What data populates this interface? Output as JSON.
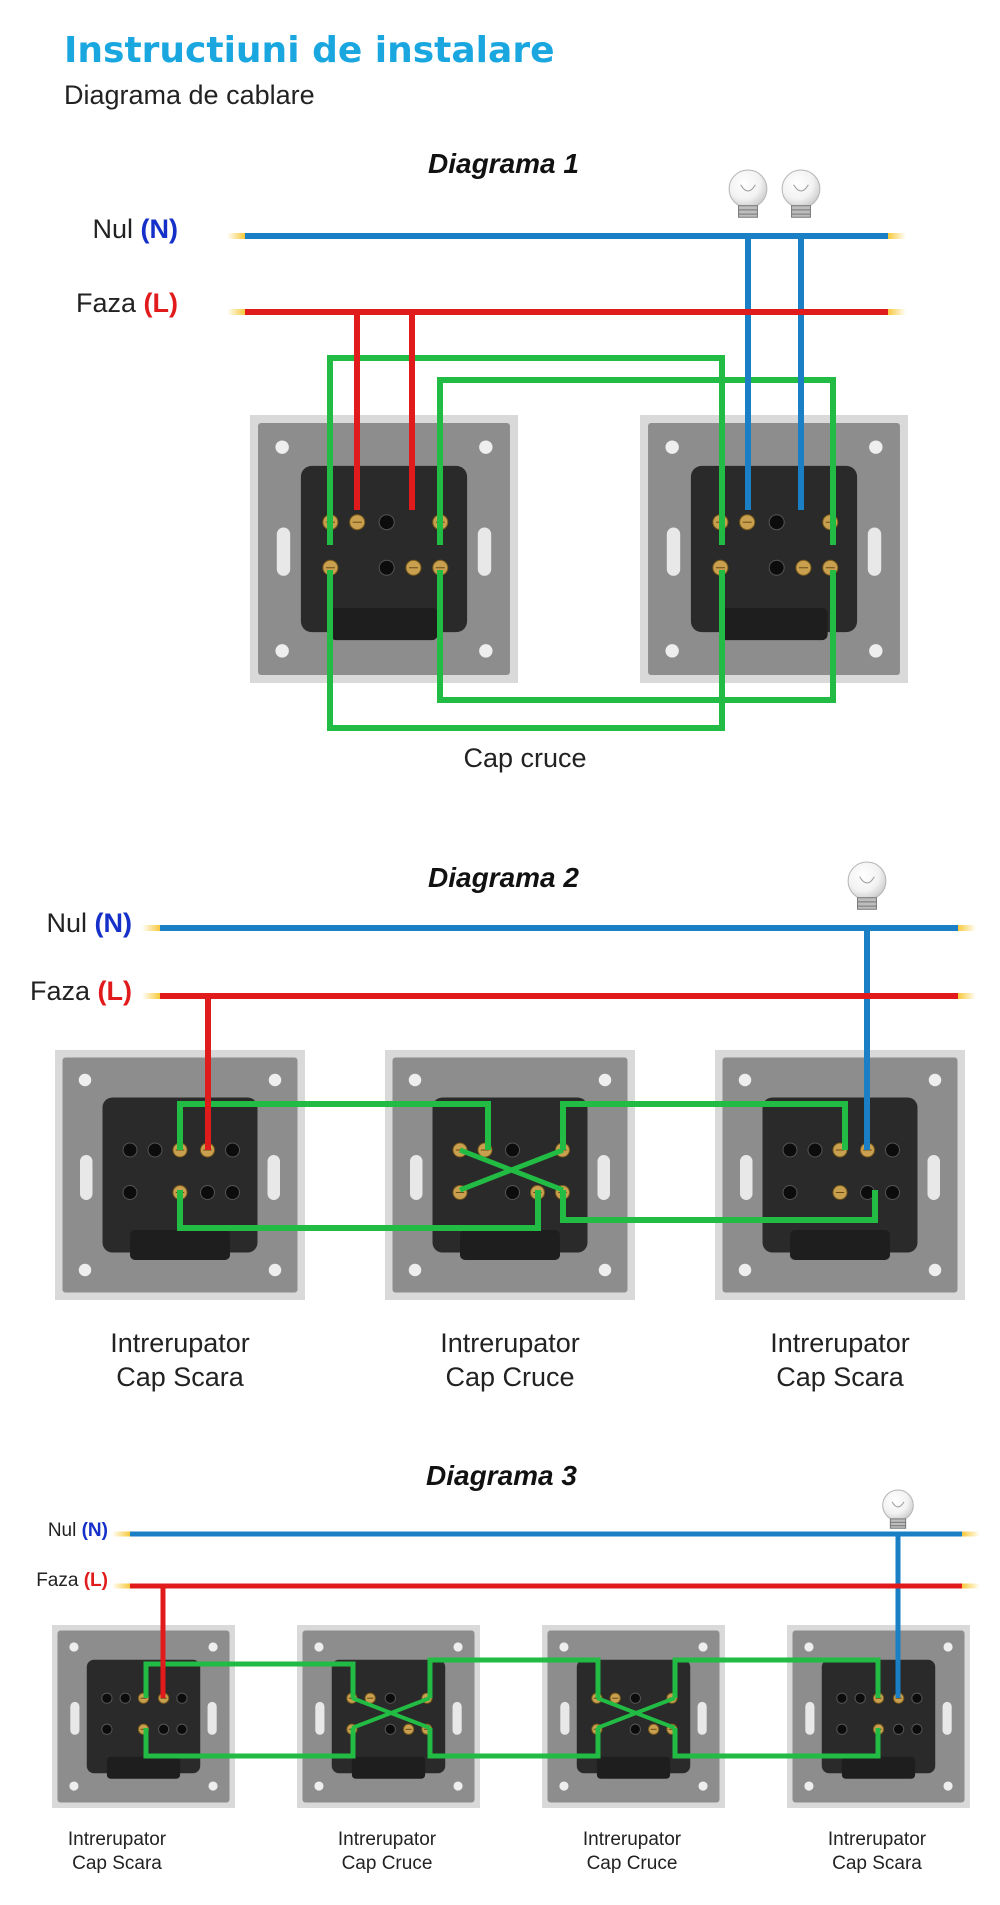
{
  "header": {
    "title": "Instructiuni de instalare",
    "subtitle": "Diagrama de cablare"
  },
  "colors": {
    "title": "#1aa7e0",
    "neutral_wire": "#1a7fc4",
    "phase_wire": "#e11b1b",
    "traveler_wire": "#22bb44",
    "neutral_code": "#1530c8",
    "phase_code": "#e11b1b",
    "switch_plate": "#8d8d8d",
    "switch_body": "#2a2a2a"
  },
  "diagram1": {
    "title": "Diagrama 1",
    "neutral_label": "Nul",
    "neutral_code": "(N)",
    "phase_label": "Faza",
    "phase_code": "(L)",
    "caption": "Cap cruce",
    "bulbs": [
      "light-bulb-icon",
      "light-bulb-icon"
    ]
  },
  "diagram2": {
    "title": "Diagrama 2",
    "neutral_label": "Nul",
    "neutral_code": "(N)",
    "phase_label": "Faza",
    "phase_code": "(L)",
    "captions": [
      {
        "line1": "Intrerupator",
        "line2": "Cap Scara"
      },
      {
        "line1": "Intrerupator",
        "line2": "Cap Cruce"
      },
      {
        "line1": "Intrerupator",
        "line2": "Cap Scara"
      }
    ],
    "bulbs": [
      "light-bulb-icon"
    ]
  },
  "diagram3": {
    "title": "Diagrama 3",
    "neutral_label": "Nul",
    "neutral_code": "(N)",
    "phase_label": "Faza",
    "phase_code": "(L)",
    "captions": [
      {
        "line1": "Intrerupator",
        "line2": "Cap Scara"
      },
      {
        "line1": "Intrerupator",
        "line2": "Cap Cruce"
      },
      {
        "line1": "Intrerupator",
        "line2": "Cap Cruce"
      },
      {
        "line1": "Intrerupator",
        "line2": "Cap Scara"
      }
    ],
    "bulbs": [
      "light-bulb-icon"
    ]
  }
}
